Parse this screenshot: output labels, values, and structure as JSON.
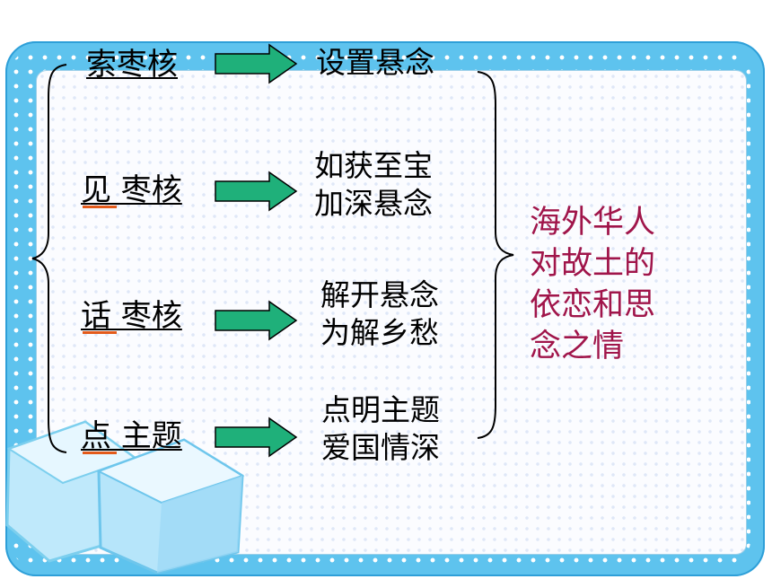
{
  "rows": [
    {
      "label": "索枣核",
      "lines": [
        "设置悬念"
      ]
    },
    {
      "label": "见 枣核",
      "lines": [
        "如获至宝",
        "加深悬念"
      ]
    },
    {
      "label": "话 枣核",
      "lines": [
        "解开悬念",
        "为解乡愁"
      ]
    },
    {
      "label": "点 主题",
      "lines": [
        "点明主题",
        "爱国情深"
      ]
    }
  ],
  "summary": [
    "海外华人",
    "对故土的",
    "依恋和思",
    "念之情"
  ],
  "colors": {
    "arrow_fill": "#1fb07a",
    "summary_text": "#a0154a",
    "frame": "#5ec3ee",
    "orange_mark": "#e35a1a"
  }
}
